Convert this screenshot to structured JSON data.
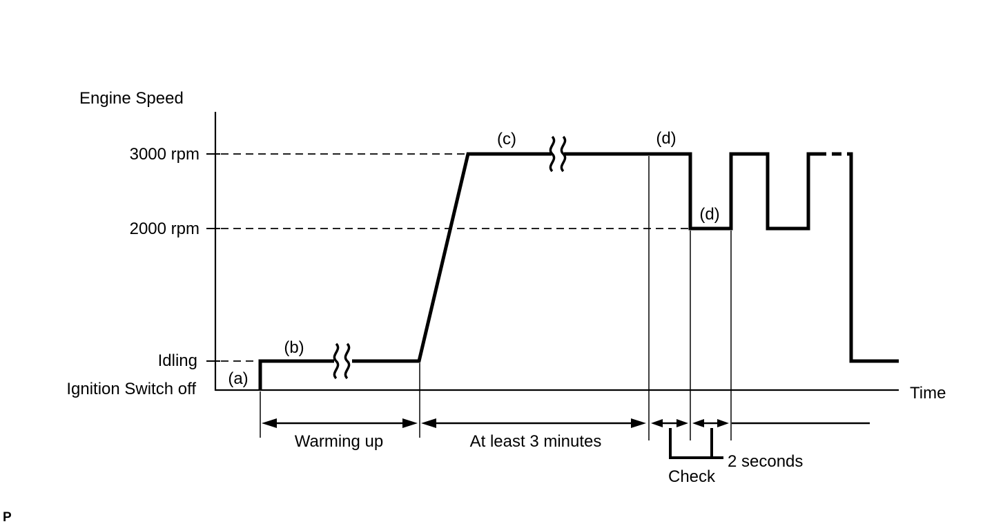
{
  "labels": {
    "engine_speed": "Engine Speed",
    "rpm_3000": "3000 rpm",
    "rpm_2000": "2000 rpm",
    "idling": "Idling",
    "ignition_switch_off": "Ignition Switch off",
    "time": "Time",
    "phase_a": "(a)",
    "phase_b": "(b)",
    "phase_c": "(c)",
    "phase_d_high": "(d)",
    "phase_d_low": "(d)",
    "warming_up": "Warming up",
    "at_least_3_minutes": "At least 3 minutes",
    "two_seconds": "2 seconds",
    "check": "Check",
    "page_marker": "P"
  },
  "colors": {
    "ink": "#000000",
    "background": "#ffffff"
  },
  "diagram": {
    "type": "engine-speed-timing-diagram",
    "y_axis_title": "Engine Speed",
    "x_axis_title": "Time",
    "levels_top_to_bottom": [
      "3000 rpm",
      "2000 rpm",
      "Idling",
      "Ignition Switch off"
    ],
    "sequence": [
      {
        "phase": "(a)",
        "action": "step from Ignition Switch off up to Idling"
      },
      {
        "phase": "(b)",
        "action": "hold at Idling",
        "duration": "Warming up"
      },
      {
        "phase": "(c)",
        "action": "ramp up and hold at 3000 rpm",
        "duration": "At least 3 minutes"
      },
      {
        "phase": "(d)",
        "action": "alternate 3000 rpm and 2000 rpm",
        "interval": "2 seconds",
        "note": "Check"
      },
      {
        "phase": "end",
        "action": "drop back to Idling"
      }
    ]
  }
}
